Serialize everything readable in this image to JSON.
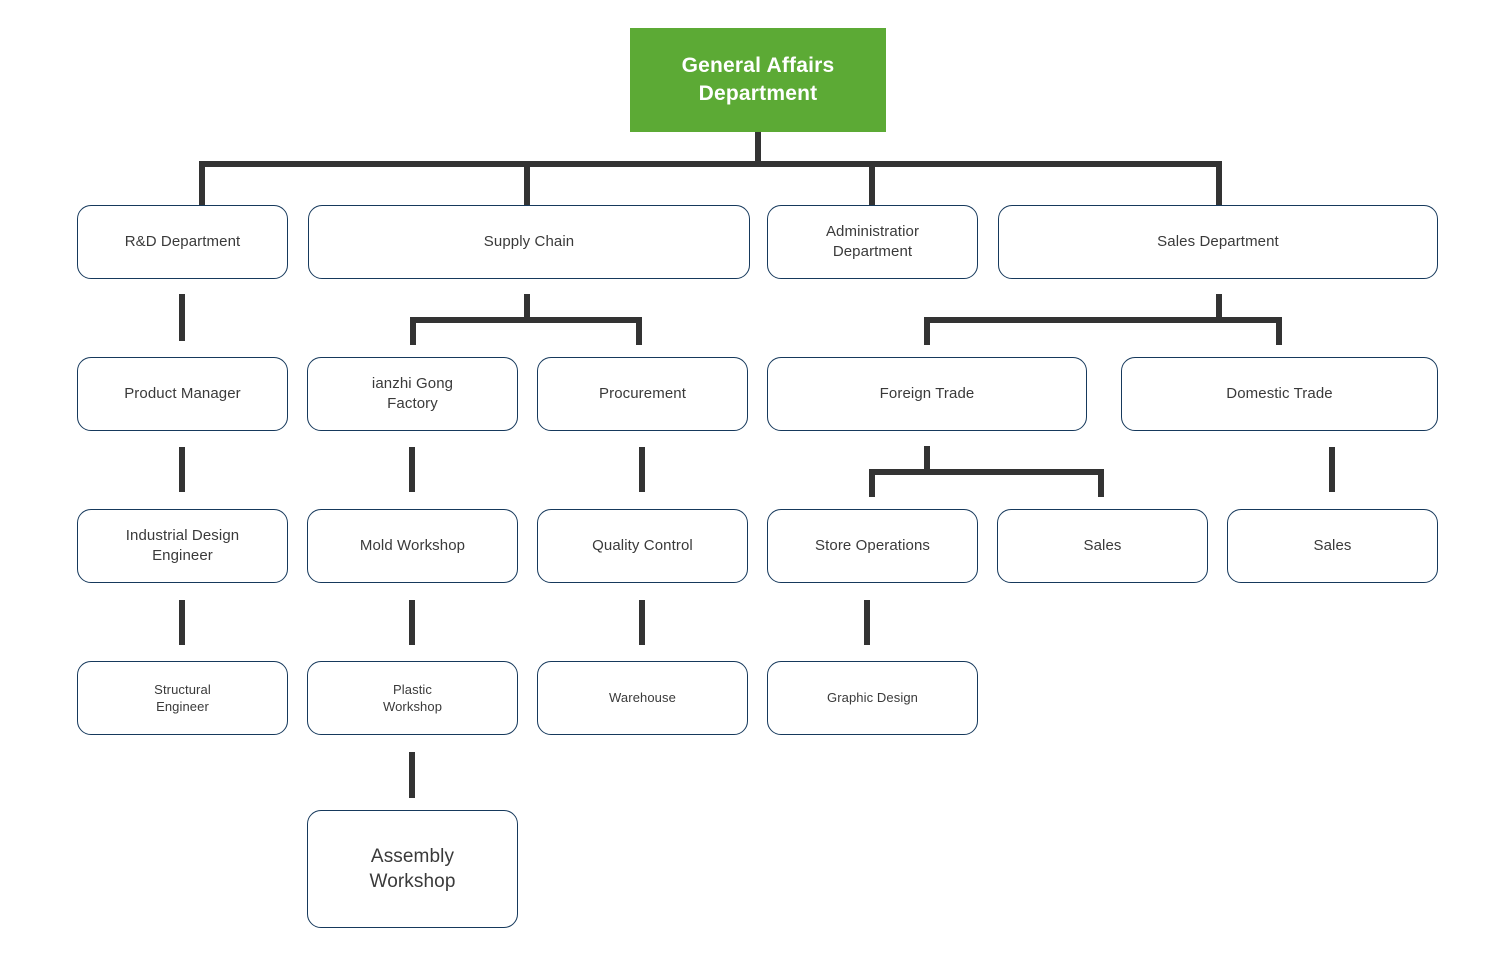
{
  "chart": {
    "title": "Organizational Chart",
    "type": "org-chart",
    "colors": {
      "root_fill": "#5caa35",
      "root_text": "#ffffff",
      "node_border": "#16395c",
      "node_fill": "#ffffff",
      "node_text": "#3a3a3a",
      "connector": "#333333",
      "background": "#ffffff"
    }
  },
  "nodes": {
    "root": {
      "label": "General Affairs\nDepartment"
    },
    "rnd": {
      "label": "R&D Department"
    },
    "supply_chain": {
      "label": "Supply Chain"
    },
    "administration": {
      "label": "Administratior\nDepartment"
    },
    "sales_department": {
      "label": "Sales Department"
    },
    "product_manager": {
      "label": "Product Manager"
    },
    "jianzhi_factory": {
      "label": "ianzhi Gong\nFactory"
    },
    "procurement": {
      "label": "Procurement"
    },
    "foreign_trade": {
      "label": "Foreign Trade"
    },
    "domestic_trade": {
      "label": "Domestic Trade"
    },
    "industrial_design_engineer": {
      "label": "Industrial Design\nEngineer"
    },
    "mold_workshop": {
      "label": "Mold Workshop"
    },
    "quality_control": {
      "label": "Quality Control"
    },
    "store_operations": {
      "label": "Store Operations"
    },
    "sales_a": {
      "label": "Sales"
    },
    "sales_b": {
      "label": "Sales"
    },
    "structural_engineer": {
      "label": "Structural\nEngineer"
    },
    "plastic_workshop": {
      "label": "Plastic\nWorkshop"
    },
    "warehouse": {
      "label": "Warehouse"
    },
    "graphic_design": {
      "label": "Graphic Design"
    },
    "assembly_workshop": {
      "label": "Assembly\nWorkshop"
    }
  },
  "hierarchy": {
    "root": "General Affairs Department",
    "children": [
      {
        "label": "R&D Department",
        "children": [
          {
            "label": "Product Manager",
            "children": [
              {
                "label": "Industrial Design Engineer",
                "children": [
                  {
                    "label": "Structural Engineer"
                  }
                ]
              }
            ]
          }
        ]
      },
      {
        "label": "Supply Chain",
        "children": [
          {
            "label": "ianzhi Gong Factory",
            "children": [
              {
                "label": "Mold Workshop",
                "children": [
                  {
                    "label": "Plastic Workshop",
                    "children": [
                      {
                        "label": "Assembly Workshop"
                      }
                    ]
                  }
                ]
              }
            ]
          },
          {
            "label": "Procurement",
            "children": [
              {
                "label": "Quality Control",
                "children": [
                  {
                    "label": "Warehouse"
                  }
                ]
              }
            ]
          }
        ]
      },
      {
        "label": "Administratior Department"
      },
      {
        "label": "Sales Department",
        "children": [
          {
            "label": "Foreign Trade",
            "children": [
              {
                "label": "Store Operations",
                "children": [
                  {
                    "label": "Graphic Design"
                  }
                ]
              },
              {
                "label": "Sales"
              }
            ]
          },
          {
            "label": "Domestic Trade",
            "children": [
              {
                "label": "Sales"
              }
            ]
          }
        ]
      }
    ]
  }
}
